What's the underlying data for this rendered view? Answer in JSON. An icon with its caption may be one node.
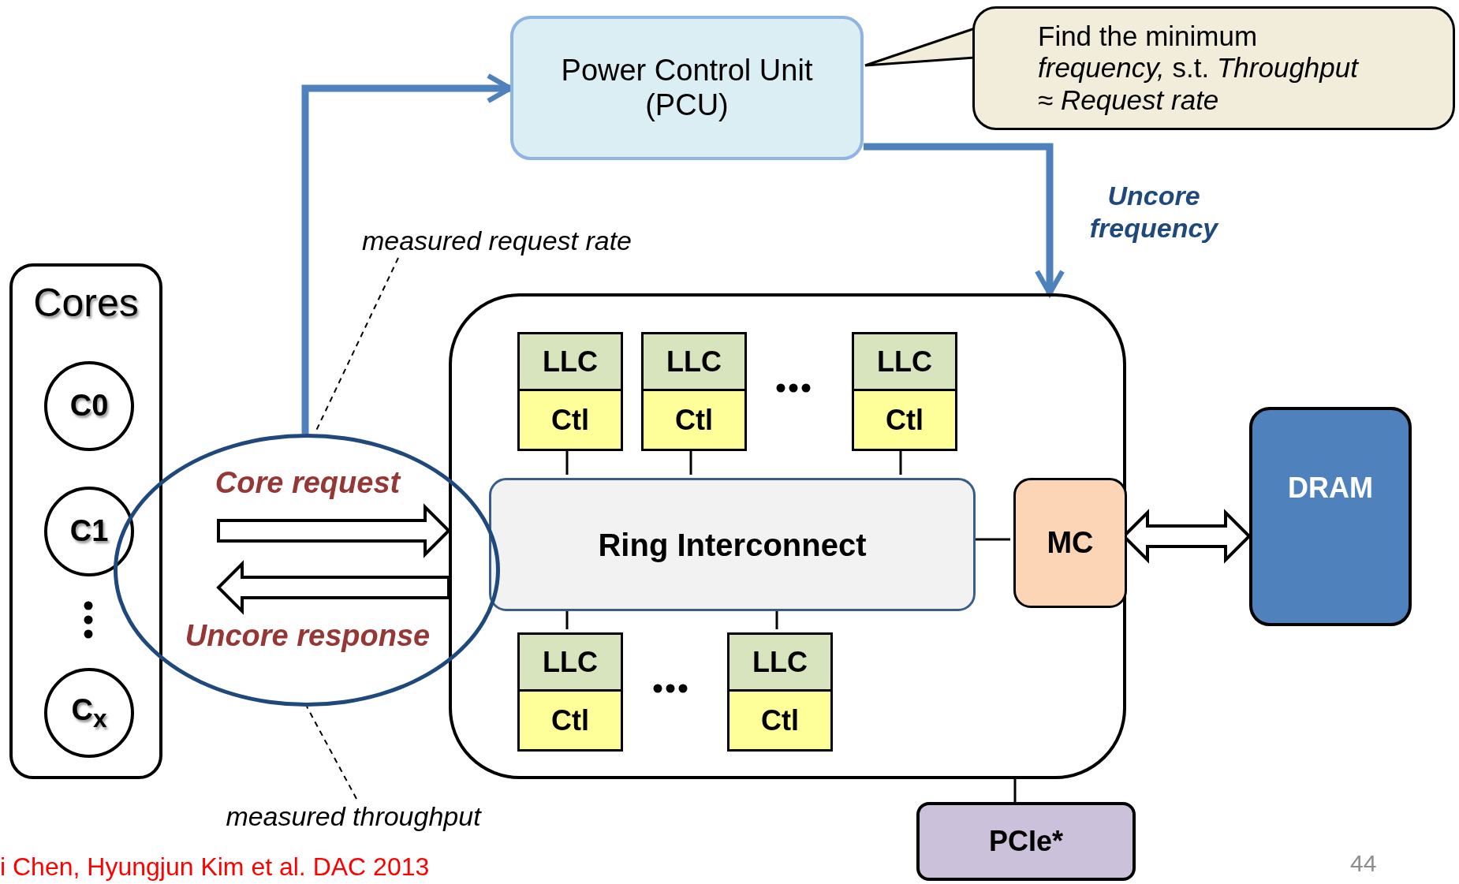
{
  "diagram": {
    "nodes": [
      {
        "text": [
          "Power Control Unit (PCU)"
        ]
      },
      {
        "text": [
          "Find the minimum *frequency,* s.t. *Throughput ≈ Request rate*"
        ]
      },
      {
        "text": [
          "Cores"
        ]
      },
      {
        "text": [
          "C0"
        ],
        "in": 2
      },
      {
        "text": [
          "C1"
        ],
        "in": 2
      },
      {
        "text": [
          "C$_{x}$"
        ],
        "in": 2
      },
      {
        "text": [
          "measured request rate"
        ]
      },
      {
        "text": [],
        "shape": "ellipse"
      },
      {
        "text": [
          "measured throughput"
        ]
      },
      {
        "text": [],
        "shape": "box"
      },
      {
        "text": [
          "LLC"
        ],
        "in": 9
      },
      {
        "text": [
          "Ctl"
        ],
        "in": 9
      },
      {
        "text": [
          "LLC"
        ],
        "in": 9
      },
      {
        "text": [
          "Ctl"
        ],
        "in": 9
      },
      {
        "text": [
          "LLC"
        ],
        "in": 9
      },
      {
        "text": [
          "Ctl"
        ],
        "in": 9
      },
      {
        "text": [
          "Ring Interconnect"
        ],
        "in": 9
      },
      {
        "text": [
          "LLC"
        ],
        "in": 9
      },
      {
        "text": [
          "Ctl"
        ],
        "in": 9
      },
      {
        "text": [
          "LLC"
        ],
        "in": 9
      },
      {
        "text": [
          "Ctl"
        ],
        "in": 9
      },
      {
        "text": [
          "MC"
        ],
        "in": 9
      },
      {
        "text": [
          "DRAM"
        ]
      },
      {
        "text": [
          "PCIe*"
        ]
      }
    ],
    "edges": [
      {
        "from": 7,
        "to": 0,
        "arrow": "to",
        "style": "thick",
        "color": "#4f81bd"
      },
      {
        "from": 0,
        "to": 9,
        "arrow": "to",
        "label": "Uncore frequency",
        "style": "thick",
        "color": "#4f81bd"
      },
      {
        "from": 6,
        "to": 7,
        "arrow": "none",
        "style": "dashed"
      },
      {
        "from": 8,
        "to": 7,
        "arrow": "none",
        "style": "dashed"
      },
      {
        "from": null,
        "to": 9,
        "arrow": "to",
        "label": "Core request",
        "style": "thick"
      },
      {
        "from": 9,
        "to": null,
        "arrow": "to",
        "label": "Uncore response",
        "style": "thick"
      },
      {
        "from": 11,
        "to": 16,
        "arrow": "none"
      },
      {
        "from": 13,
        "to": 16,
        "arrow": "none"
      },
      {
        "from": 15,
        "to": 16,
        "arrow": "none"
      },
      {
        "from": 16,
        "to": 17,
        "arrow": "none"
      },
      {
        "from": 16,
        "to": 19,
        "arrow": "none"
      },
      {
        "from": 16,
        "to": 21,
        "arrow": "none"
      },
      {
        "from": 21,
        "to": 22,
        "arrow": "both",
        "style": "thick"
      },
      {
        "from": 9,
        "to": 23,
        "arrow": "none"
      }
    ],
    "labels": [
      "i Chen, Hyungjun Kim et al. DAC 2013",
      "44"
    ]
  }
}
